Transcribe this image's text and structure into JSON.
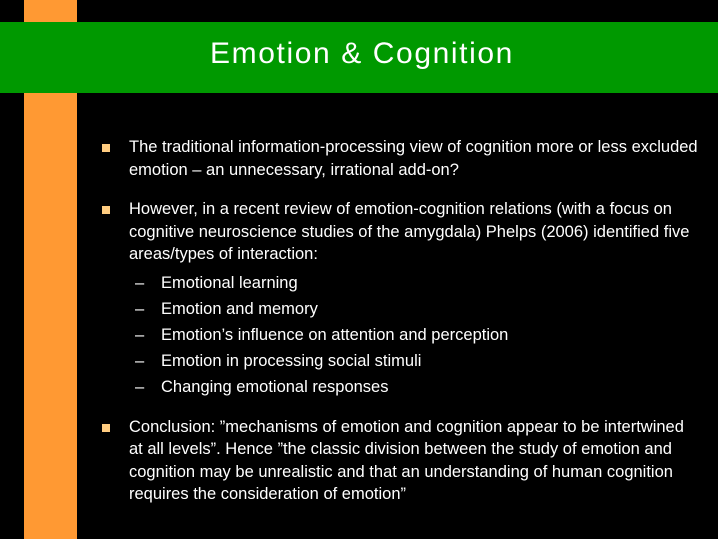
{
  "slide": {
    "title": "Emotion & Cognition",
    "colors": {
      "background": "#000000",
      "title_band": "#009900",
      "side_bar": "#ff9933",
      "bullet": "#ffcc80",
      "text": "#ffffff"
    },
    "bullets": [
      {
        "icon": "square-bullet-icon",
        "text": "The traditional information-processing view of cognition more or less excluded emotion – an unnecessary, irrational add-on?"
      },
      {
        "icon": "square-bullet-icon",
        "text": "However, in a recent review of emotion-cognition relations (with a focus on cognitive neuroscience studies of the amygdala) Phelps (2006) identified five areas/types of interaction:",
        "sub_marker": "–",
        "sub_items": [
          "Emotional learning",
          "Emotion and memory",
          "Emotion’s influence on attention and perception",
          "Emotion in processing social stimuli",
          "Changing emotional responses"
        ]
      },
      {
        "icon": "square-bullet-icon",
        "text": "Conclusion: ”mechanisms of emotion and cognition appear to be intertwined at all levels”. Hence ”the classic division between the study of emotion and cognition may be unrealistic and that an understanding of human cognition requires the consideration of emotion”"
      }
    ]
  }
}
